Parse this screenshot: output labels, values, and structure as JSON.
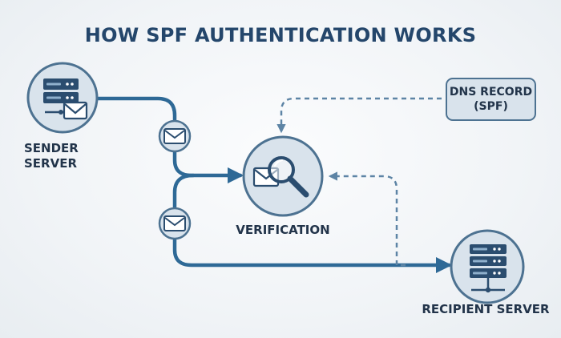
{
  "title": "HOW SPF AUTHENTICATION WORKS",
  "nodes": {
    "sender": {
      "line1": "SENDER",
      "line2": "SERVER",
      "icon": "server-icon"
    },
    "verification": {
      "label": "VERIFICATION",
      "icon": "magnifier-icon"
    },
    "recipient": {
      "label": "RECIPIENT SERVER",
      "icon": "server-network-icon"
    },
    "dns": {
      "line1": "DNS RECORD",
      "line2": "(SPF)"
    }
  },
  "colors": {
    "title": "#24466b",
    "solid_line": "#2e6996",
    "dashed_line": "#5d84a5",
    "node_fill": "#d9e3ec",
    "node_stroke": "#4d7291",
    "text": "#22344a"
  }
}
